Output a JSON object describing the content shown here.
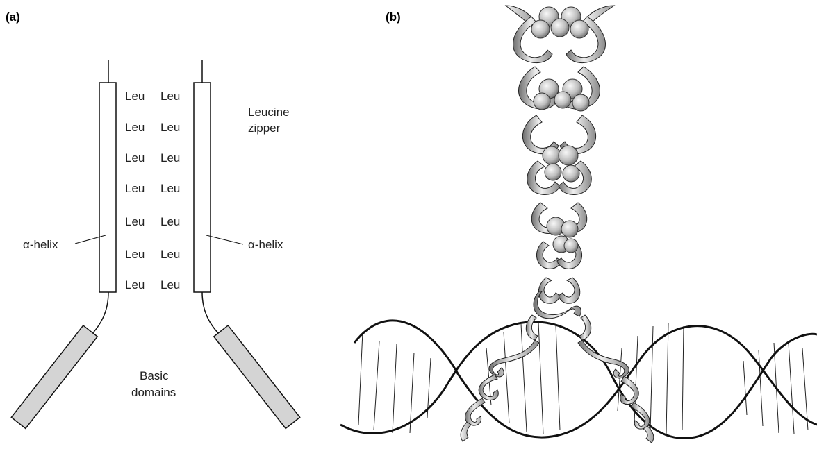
{
  "panel_a": {
    "label": "(a)",
    "leu_left": [
      "Leu",
      "Leu",
      "Leu",
      "Leu",
      "Leu",
      "Leu",
      "Leu"
    ],
    "leu_right": [
      "Leu",
      "Leu",
      "Leu",
      "Leu",
      "Leu",
      "Leu",
      "Leu"
    ],
    "zipper_label_line1": "Leucine",
    "zipper_label_line2": "zipper",
    "helix_label_left": "α-helix",
    "helix_label_right": "α-helix",
    "basic_label_line1": "Basic",
    "basic_label_line2": "domains"
  },
  "panel_b": {
    "label": "(b)"
  },
  "colors": {
    "line": "#111111",
    "basic_fill": "#d4d4d4",
    "ribbon_light": "#f2f2f2",
    "ribbon_dark": "#7a7a7a",
    "sphere": "#c8c8c8"
  }
}
